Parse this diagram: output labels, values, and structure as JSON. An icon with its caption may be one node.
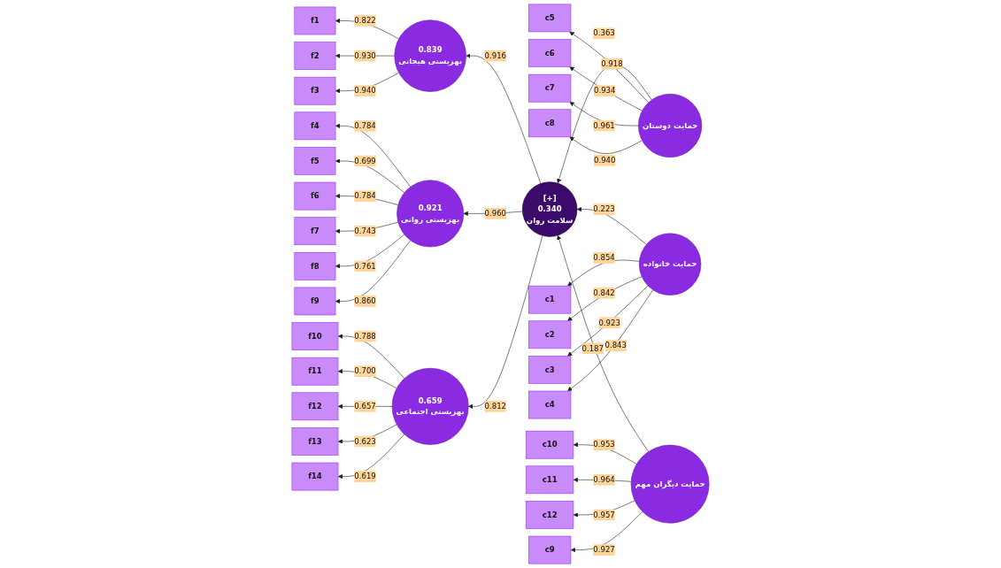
{
  "diagram": {
    "nodes": [
      {
        "text": [
          "f1"
        ]
      },
      {
        "text": [
          "f2"
        ]
      },
      {
        "text": [
          "f3"
        ]
      },
      {
        "text": [
          "f4"
        ]
      },
      {
        "text": [
          "f5"
        ]
      },
      {
        "text": [
          "f6"
        ]
      },
      {
        "text": [
          "f7"
        ]
      },
      {
        "text": [
          "f8"
        ]
      },
      {
        "text": [
          "f9"
        ]
      },
      {
        "text": [
          "f10"
        ]
      },
      {
        "text": [
          "f11"
        ]
      },
      {
        "text": [
          "f12"
        ]
      },
      {
        "text": [
          "f13"
        ]
      },
      {
        "text": [
          "f14"
        ]
      },
      {
        "text": [
          "0.839",
          "بهزیستی هیجانی"
        ]
      },
      {
        "text": [
          "0.921",
          "بهزیستی روانی"
        ]
      },
      {
        "text": [
          "0.659",
          "بهزیستی اجتماعی"
        ]
      },
      {
        "text": [
          "[+]",
          "0.340",
          "سلامت روان"
        ]
      },
      {
        "text": [
          "حمایت دوستان"
        ]
      },
      {
        "text": [
          "حمایت خانواده"
        ]
      },
      {
        "text": [
          "حمایت دیگران مهم"
        ]
      },
      {
        "text": [
          "c5"
        ]
      },
      {
        "text": [
          "c6"
        ]
      },
      {
        "text": [
          "c7"
        ]
      },
      {
        "text": [
          "c8"
        ]
      },
      {
        "text": [
          "c1"
        ]
      },
      {
        "text": [
          "c2"
        ]
      },
      {
        "text": [
          "c3"
        ]
      },
      {
        "text": [
          "c4"
        ]
      },
      {
        "text": [
          "c10"
        ]
      },
      {
        "text": [
          "c11"
        ]
      },
      {
        "text": [
          "c12"
        ]
      },
      {
        "text": [
          "c9"
        ]
      }
    ],
    "edges": [
      {
        "from": 14,
        "to": 0,
        "arrow": "to",
        "label": "0.822"
      },
      {
        "from": 14,
        "to": 1,
        "arrow": "to",
        "label": "0.930"
      },
      {
        "from": 14,
        "to": 2,
        "arrow": "to",
        "label": "0.940"
      },
      {
        "from": 15,
        "to": 3,
        "arrow": "to",
        "label": "0.784"
      },
      {
        "from": 15,
        "to": 4,
        "arrow": "to",
        "label": "0.699"
      },
      {
        "from": 15,
        "to": 5,
        "arrow": "to",
        "label": "0.784"
      },
      {
        "from": 15,
        "to": 6,
        "arrow": "to",
        "label": "0.743"
      },
      {
        "from": 15,
        "to": 7,
        "arrow": "to",
        "label": "0.761"
      },
      {
        "from": 15,
        "to": 8,
        "arrow": "to",
        "label": "0.860"
      },
      {
        "from": 16,
        "to": 9,
        "arrow": "to",
        "label": "0.788"
      },
      {
        "from": 16,
        "to": 10,
        "arrow": "to",
        "label": "0.700"
      },
      {
        "from": 16,
        "to": 11,
        "arrow": "to",
        "label": "0.657"
      },
      {
        "from": 16,
        "to": 12,
        "arrow": "to",
        "label": "0.623"
      },
      {
        "from": 16,
        "to": 13,
        "arrow": "to",
        "label": "0.619"
      },
      {
        "from": 17,
        "to": 14,
        "arrow": "to",
        "label": "0.916"
      },
      {
        "from": 17,
        "to": 15,
        "arrow": "to",
        "label": "0.960"
      },
      {
        "from": 17,
        "to": 16,
        "arrow": "to",
        "label": "0.812"
      },
      {
        "from": 18,
        "to": 17,
        "arrow": "to",
        "label": "0.363"
      },
      {
        "from": 19,
        "to": 17,
        "arrow": "to",
        "label": "0.223"
      },
      {
        "from": 20,
        "to": 17,
        "arrow": "to",
        "label": "0.187"
      },
      {
        "from": 18,
        "to": 21,
        "arrow": "to",
        "label": "0.918"
      },
      {
        "from": 18,
        "to": 22,
        "arrow": "to",
        "label": "0.934"
      },
      {
        "from": 18,
        "to": 23,
        "arrow": "to",
        "label": "0.961"
      },
      {
        "from": 18,
        "to": 24,
        "arrow": "to",
        "label": "0.940"
      },
      {
        "from": 19,
        "to": 25,
        "arrow": "to",
        "label": "0.854"
      },
      {
        "from": 19,
        "to": 26,
        "arrow": "to",
        "label": "0.842"
      },
      {
        "from": 19,
        "to": 27,
        "arrow": "to",
        "label": "0.923"
      },
      {
        "from": 19,
        "to": 28,
        "arrow": "to",
        "label": "0.843"
      },
      {
        "from": 20,
        "to": 29,
        "arrow": "to",
        "label": "0.953"
      },
      {
        "from": 20,
        "to": 30,
        "arrow": "to",
        "label": "0.964"
      },
      {
        "from": 20,
        "to": 31,
        "arrow": "to",
        "label": "0.957"
      },
      {
        "from": 20,
        "to": 32,
        "arrow": "to",
        "label": "0.927"
      }
    ]
  }
}
